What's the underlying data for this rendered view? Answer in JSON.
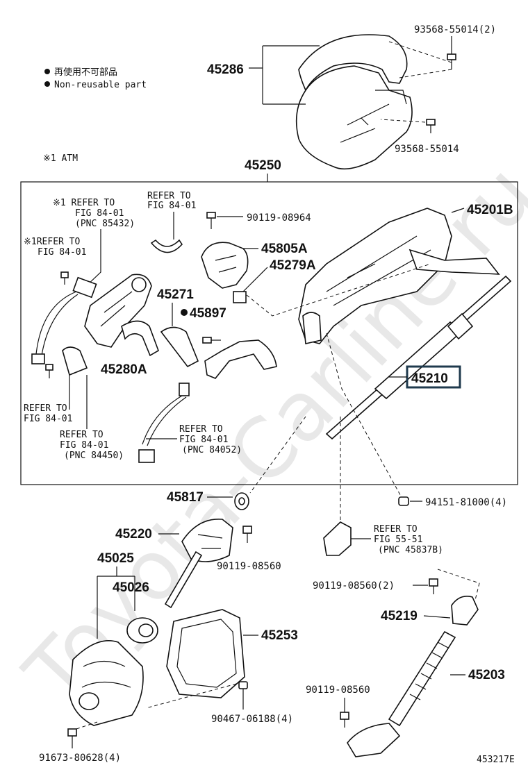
{
  "legend": {
    "nonreusable_jp": "再使用不可部品",
    "nonreusable_en": "Non-reusable part",
    "x1_label": "※1  ATM"
  },
  "watermark": "Toyota-Carline.ru",
  "diagram_id": "453217E",
  "parts": {
    "p45286": "45286",
    "p93568_2": "93568-55014(2)",
    "p93568": "93568-55014",
    "p45250": "45250",
    "p45201B": "45201B",
    "p90119_08964": "90119-08964",
    "p45805A": "45805A",
    "p45279A": "45279A",
    "p45271": "45271",
    "p45897": "45897",
    "p45280A": "45280A",
    "p45210": "45210",
    "p45817": "45817",
    "p94151": "94151-81000(4)",
    "p45220": "45220",
    "p90119_08560": "90119-08560",
    "p45025": "45025",
    "p45026": "45026",
    "p45253": "45253",
    "p90119_08560_2": "90119-08560(2)",
    "p45219": "45219",
    "p45203": "45203",
    "p90119_08560_b": "90119-08560",
    "p90467": "90467-06188(4)",
    "p91673": "91673-80628(4)"
  },
  "refs": {
    "r1_a": "REFER TO",
    "r1_b": "FIG 84-01",
    "r2_a": "※1 REFER TO",
    "r2_b": "FIG 84-01",
    "r2_c": "(PNC 85432)",
    "r3_a": "※1REFER TO",
    "r3_b": "FIG 84-01",
    "r4_a": "REFER TO",
    "r4_b": "FIG 84-01",
    "r5_a": "REFER TO",
    "r5_b": "FIG 84-01",
    "r5_c": "(PNC 84450)",
    "r6_a": "REFER TO",
    "r6_b": "FIG 84-01",
    "r6_c": "(PNC 84052)",
    "r7_a": "REFER TO",
    "r7_b": "FIG 55-51",
    "r7_c": "(PNC 45837B)"
  },
  "highlight_color": "#1f3a4d"
}
